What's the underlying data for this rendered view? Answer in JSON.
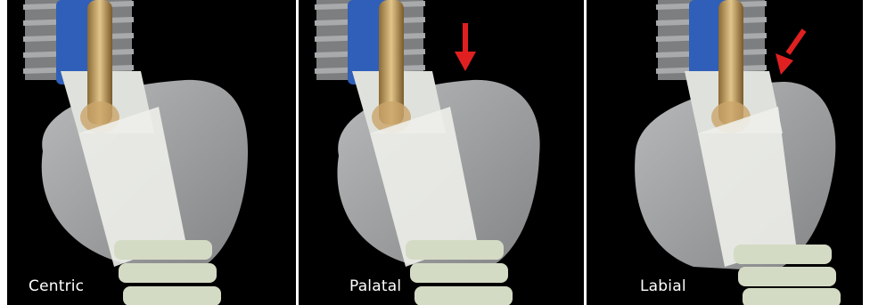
{
  "panels": [
    {
      "label": "Centric",
      "arrow": false
    },
    {
      "label": "Palatal",
      "arrow": true
    },
    {
      "label": "Labial",
      "arrow": true
    }
  ],
  "colors": {
    "background": "#000000",
    "implant_gray": "#8d8e90",
    "abutment_white": "#e9ece6",
    "crown_translucent": "#c9cbcd",
    "screw_gold": "#c9a466",
    "blue_insert": "#2f5fb8",
    "threads_green": "#d7dec8",
    "arrow_red": "#e02020"
  },
  "icons": {
    "direction_marker": "red-arrow-icon"
  }
}
